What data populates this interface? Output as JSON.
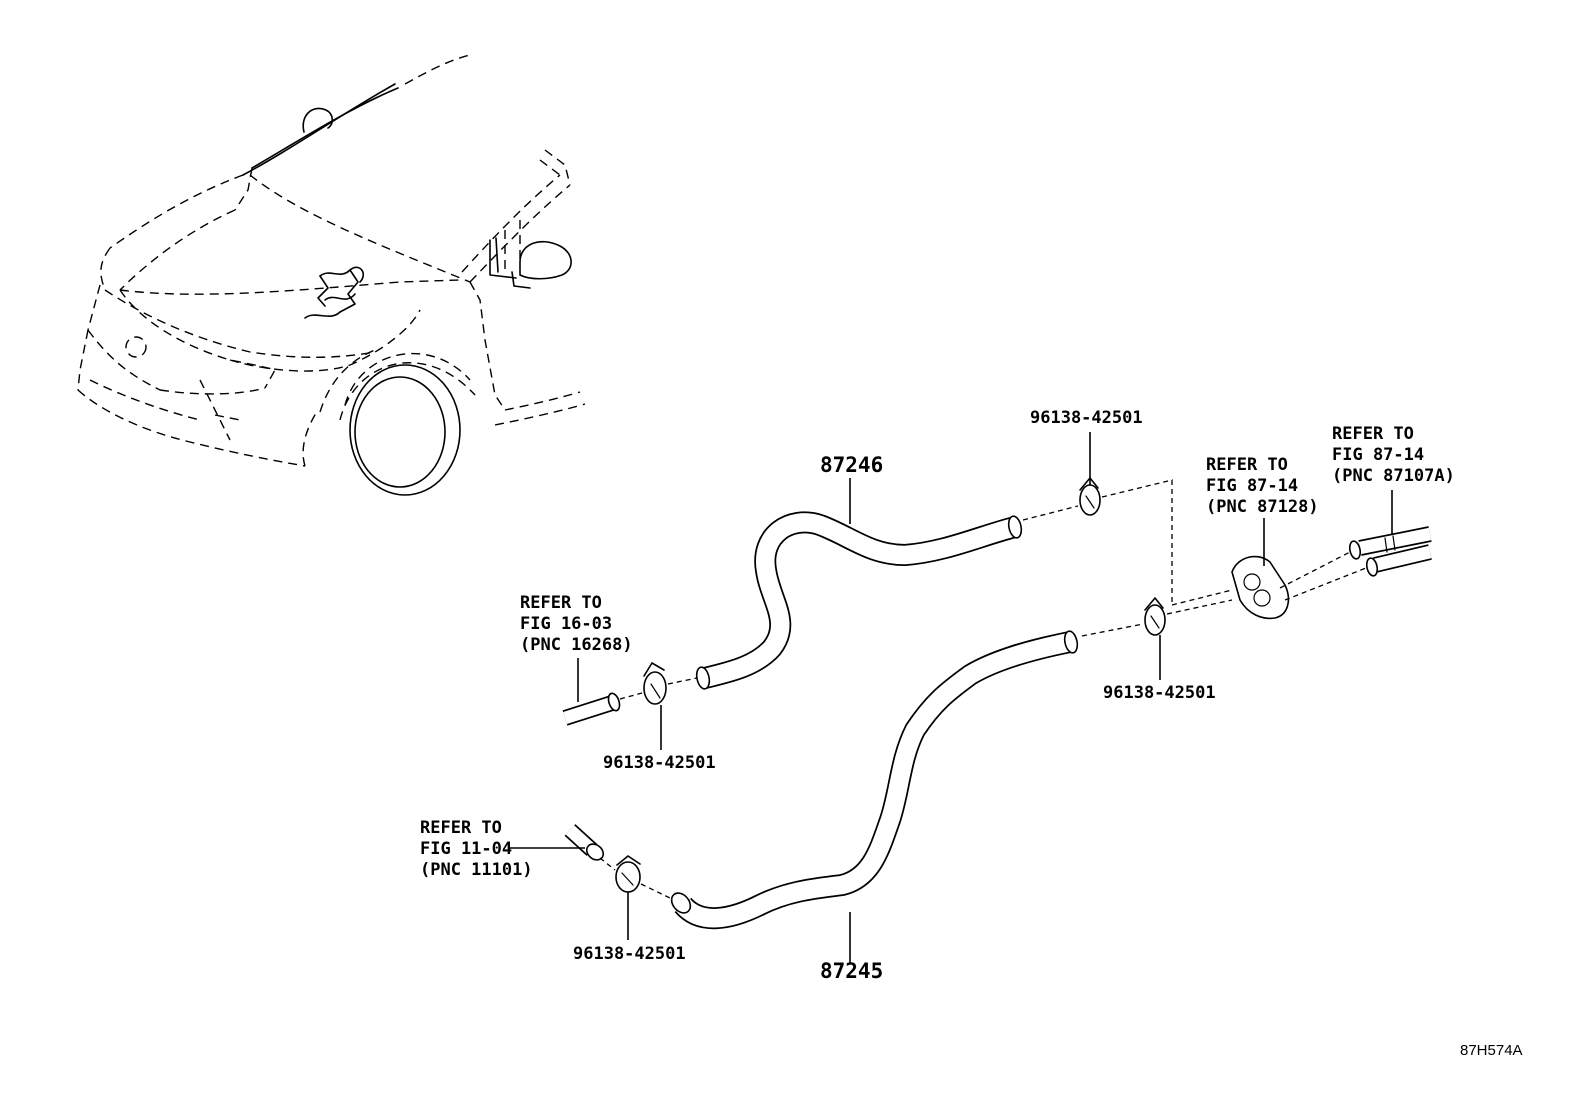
{
  "diagram": {
    "part_numbers": {
      "hose_upper": "87246",
      "hose_lower": "87245",
      "clamp_top": "96138-42501",
      "clamp_right": "96138-42501",
      "clamp_left": "96138-42501",
      "clamp_bottom": "96138-42501"
    },
    "references": {
      "fig_16_03": {
        "line1": "REFER TO",
        "line2": "FIG 16-03",
        "line3": "(PNC 16268)"
      },
      "fig_11_04": {
        "line1": "REFER TO",
        "line2": "FIG 11-04",
        "line3": "(PNC 11101)"
      },
      "fig_87_14_a": {
        "line1": "REFER TO",
        "line2": "FIG 87-14",
        "line3": "(PNC 87128)"
      },
      "fig_87_14_b": {
        "line1": "REFER TO",
        "line2": "FIG 87-14",
        "line3": "(PNC 87107A)"
      }
    },
    "illustration_code": "87H574A"
  }
}
